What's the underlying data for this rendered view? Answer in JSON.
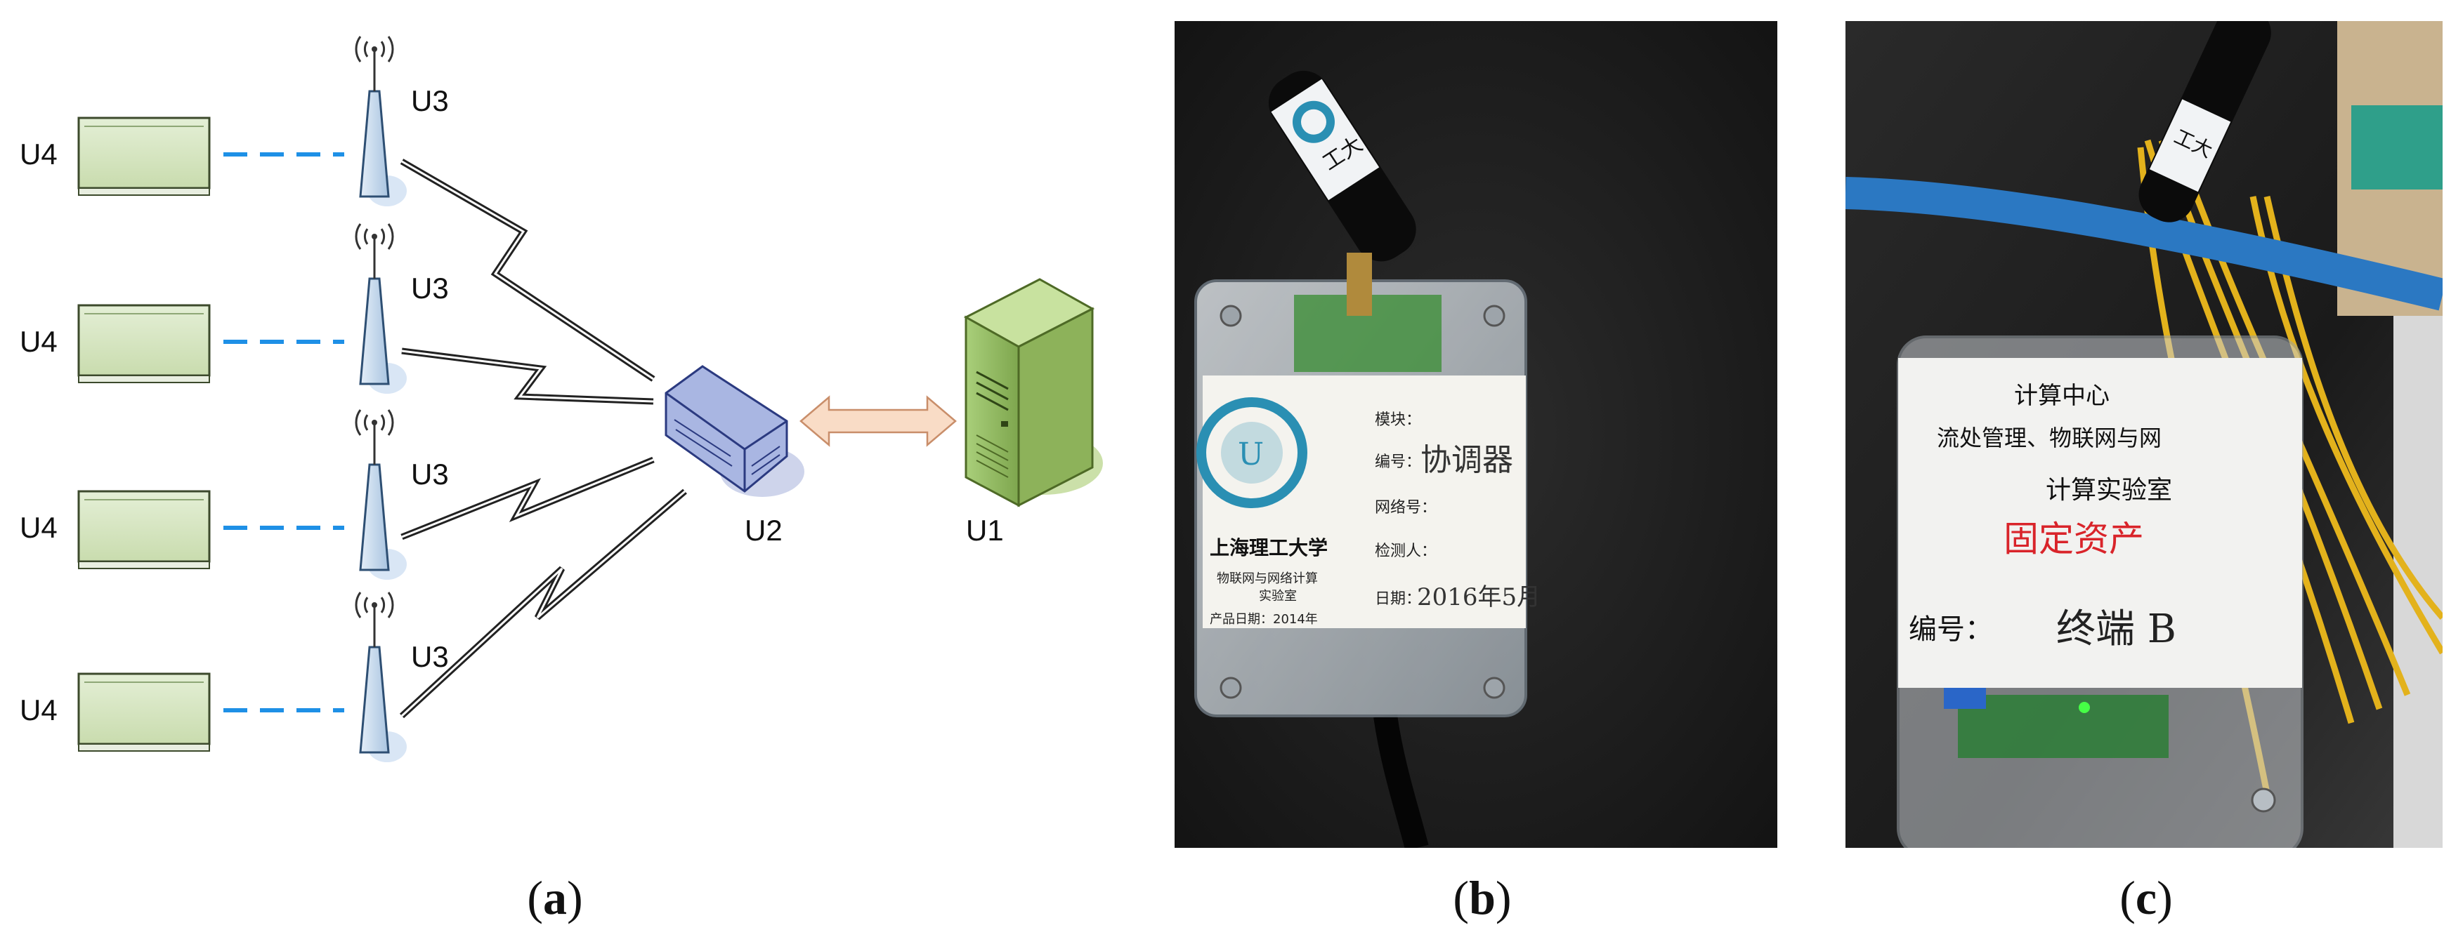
{
  "figure": {
    "panels": [
      {
        "id": "a",
        "caption_open": "(",
        "caption_letter": "a",
        "caption_close": ")"
      },
      {
        "id": "b",
        "caption_open": "(",
        "caption_letter": "b",
        "caption_close": ")"
      },
      {
        "id": "c",
        "caption_open": "(",
        "caption_letter": "c",
        "caption_close": ")"
      }
    ]
  },
  "diagram": {
    "terminal_label": "U4",
    "node_label": "U3",
    "router_label": "U2",
    "server_label": "U1",
    "row_count": 4,
    "colors": {
      "terminal_fill": "#d6e6c2",
      "node_fill": "#c5d9ec",
      "router_fill": "#a9b6e2",
      "server_fill": "#9bc46a",
      "dash_link": "#1e90e6",
      "arrow_fill": "#f9dcc6"
    }
  },
  "photo_b": {
    "label_lines": {
      "module": "模块：",
      "number": "编号：",
      "handwritten_number": "协调器",
      "network": "网络号：",
      "inspector": "检测人：",
      "date": "日期：",
      "handwritten_date": "2016年5月",
      "university": "上海理工大学",
      "lab_line1": "物联网与网络计算",
      "lab_line2": "实验室",
      "product_date": "产品日期：2014年"
    }
  },
  "photo_c": {
    "label_lines": {
      "line1": "计算中心",
      "line2": "流处管理、物联网与网",
      "line3": "计算实验室",
      "line4": "固定资产",
      "number_prefix": "编号：",
      "handwritten_number": "终端 B"
    }
  }
}
